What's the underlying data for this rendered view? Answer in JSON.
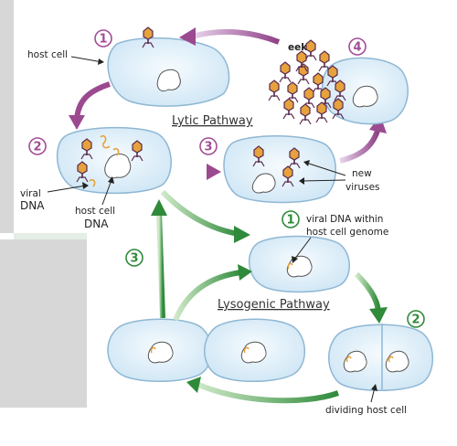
{
  "lytic": {
    "title": "Lytic Pathway",
    "steps": [
      "1",
      "2",
      "3",
      "4"
    ],
    "labels": {
      "host_cell": "host cell",
      "viral_dna": [
        "viral",
        "DNA"
      ],
      "host_cell_dna": [
        "host cell",
        "DNA"
      ],
      "new_viruses": [
        "new",
        "viruses"
      ],
      "eek": "eek!"
    }
  },
  "lysogenic": {
    "title": "Lysogenic Pathway",
    "steps": [
      "1",
      "2",
      "3"
    ],
    "labels": {
      "viral_dna_within": [
        "viral DNA within",
        "host cell genome"
      ],
      "dividing_host_cell": "dividing host cell"
    }
  },
  "colors": {
    "lytic_step": "#a34d96",
    "lysogenic_step": "#2f8a3a",
    "cell_fill": "#d9edf8",
    "cell_stroke": "#8fb7d3",
    "purple_arrow": "#9b4a90",
    "green_arrow": "#3f9a46"
  }
}
